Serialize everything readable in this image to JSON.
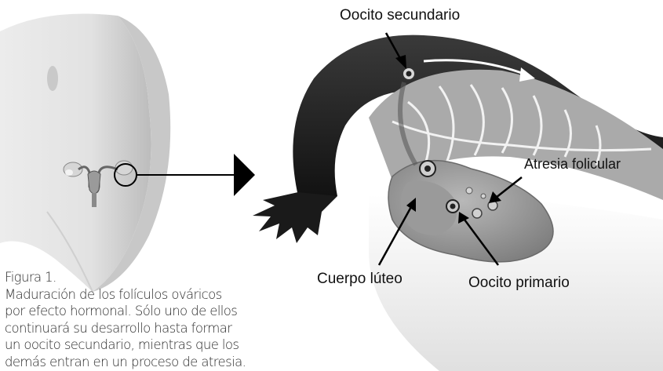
{
  "labels": {
    "oocito_secundario": "Oocito secundario",
    "atresia_folicular": "Atresia folicular",
    "cuerpo_luteo": "Cuerpo lúteo",
    "oocito_primario": "Oocito primario"
  },
  "caption": {
    "title": "Figura 1.",
    "lines": [
      "Maduración de los folículos ováricos",
      "por efecto hormonal. Sólo uno de ellos",
      "continuará su desarrollo hasta formar",
      "un oocito secundario, mientras que los",
      "demás entran en un proceso de atresia."
    ]
  },
  "colors": {
    "body_silhouette": "#d9d9d9",
    "tube": "#1f1f1f",
    "ovary": "#8f8f8f",
    "arrows": "#000000"
  }
}
